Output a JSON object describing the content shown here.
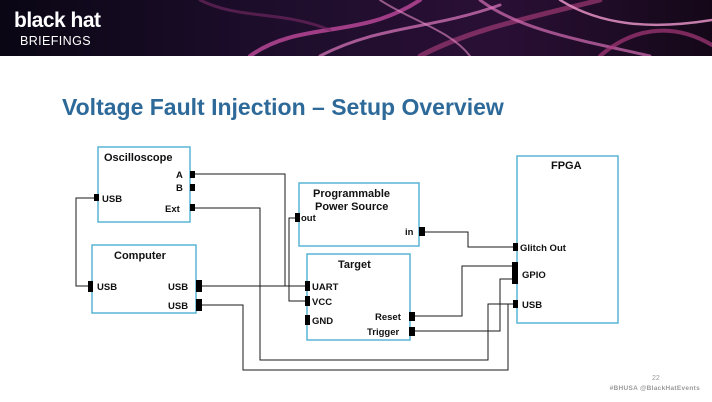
{
  "logo": {
    "line1": "black hat",
    "line2": "BRIEFINGS"
  },
  "title": "Voltage Fault Injection – Setup Overview",
  "blocks": {
    "oscilloscope": {
      "title": "Oscilloscope",
      "ports": {
        "a": "A",
        "b": "B",
        "ext": "Ext",
        "usb": "USB"
      }
    },
    "computer": {
      "title": "Computer",
      "ports": {
        "usb_left": "USB",
        "usb_right_1": "USB",
        "usb_right_2": "USB"
      }
    },
    "power_source": {
      "title_line1": "Programmable",
      "title_line2": "Power Source",
      "ports": {
        "out": "out",
        "in": "in"
      }
    },
    "target": {
      "title": "Target",
      "ports": {
        "uart": "UART",
        "vcc": "VCC",
        "gnd": "GND",
        "reset": "Reset",
        "trigger": "Trigger"
      }
    },
    "fpga": {
      "title": "FPGA",
      "ports": {
        "glitch_out": "Glitch Out",
        "gpio": "GPIO",
        "usb": "USB"
      }
    }
  },
  "footer": {
    "page_number": "22",
    "tags": "#BHUSA   @BlackHatEvents"
  },
  "colors": {
    "title": "#2e6a99",
    "box_border": "#5ab4d6",
    "wire": "#1a1a1a"
  }
}
